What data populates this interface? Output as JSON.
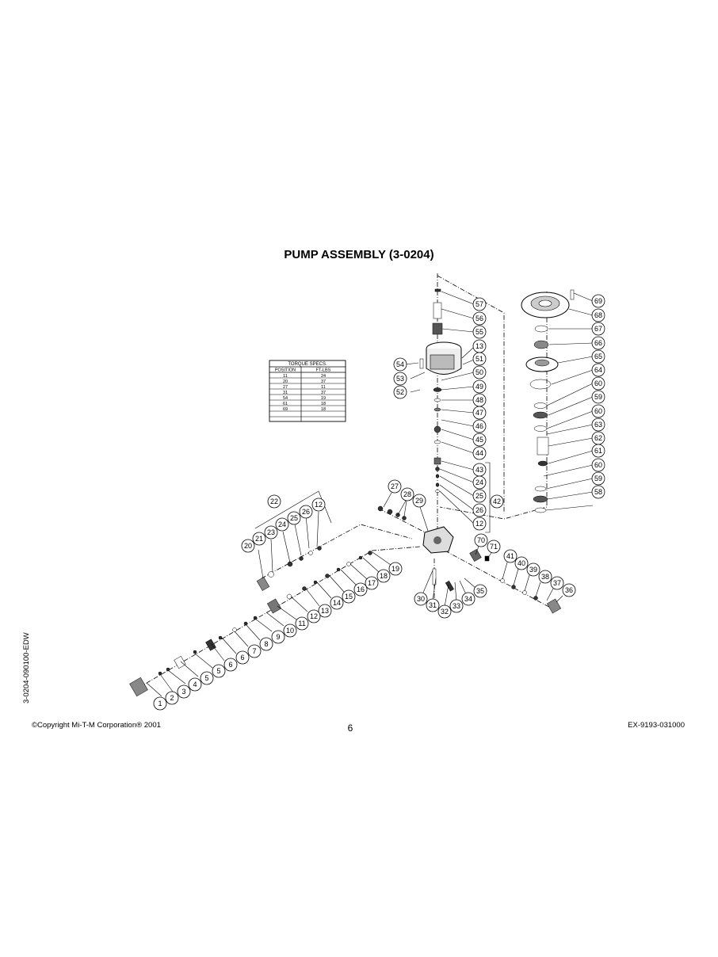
{
  "title": "PUMP ASSEMBLY (3-0204)",
  "doc_code_vertical": "3-0204-090100-EDW",
  "footer": {
    "copyright": "©Copyright Mi-T-M Corporation® 2001",
    "page_number": "6",
    "doc_number": "EX-9193-031000"
  },
  "torque_table": {
    "caption": "TORQUE SPECS.",
    "headers": [
      "POSITION",
      "FT-LBS"
    ],
    "rows": [
      [
        "11",
        "24"
      ],
      [
        "20",
        "37"
      ],
      [
        "27",
        "11"
      ],
      [
        "31",
        "37"
      ],
      [
        "54",
        "19"
      ],
      [
        "61",
        "18"
      ],
      [
        "69",
        "18"
      ]
    ]
  },
  "callouts": {
    "c57": "57",
    "c56": "56",
    "c55": "55",
    "c13": "13",
    "c51": "51",
    "c54": "54",
    "c53": "53",
    "c50": "50",
    "c52": "52",
    "c49": "49",
    "c48": "48",
    "c47": "47",
    "c46": "46",
    "c45": "45",
    "c44": "44",
    "c43": "43",
    "c24a": "24",
    "c25a": "25",
    "c42": "42",
    "c26a": "26",
    "c12a": "12",
    "c69": "69",
    "c68": "68",
    "c67": "67",
    "c66": "66",
    "c65": "65",
    "c64": "64",
    "c60a": "60",
    "c59a": "59",
    "c60b": "60",
    "c63": "63",
    "c62": "62",
    "c61": "61",
    "c60c": "60",
    "c59b": "59",
    "c58": "58",
    "c22": "22",
    "c12b": "12",
    "c26b": "26",
    "c25b": "25",
    "c24b": "24",
    "c23": "23",
    "c21": "21",
    "c20": "20",
    "c27": "27",
    "c28": "28",
    "c29": "29",
    "c70": "70",
    "c71": "71",
    "c41": "41",
    "c40": "40",
    "c39": "39",
    "c38": "38",
    "c37": "37",
    "c36": "36",
    "c35": "35",
    "c34": "34",
    "c33": "33",
    "c32": "32",
    "c31": "31",
    "c30": "30",
    "c19": "19",
    "c18": "18",
    "c17": "17",
    "c16": "16",
    "c15": "15",
    "c14": "14",
    "c13b": "13",
    "c12c": "12",
    "c11": "11",
    "c10": "10",
    "c9": "9",
    "c8": "8",
    "c7": "7",
    "c6": "6",
    "c5": "5",
    "c4": "4",
    "c3": "3",
    "c2": "2",
    "c1": "1"
  }
}
